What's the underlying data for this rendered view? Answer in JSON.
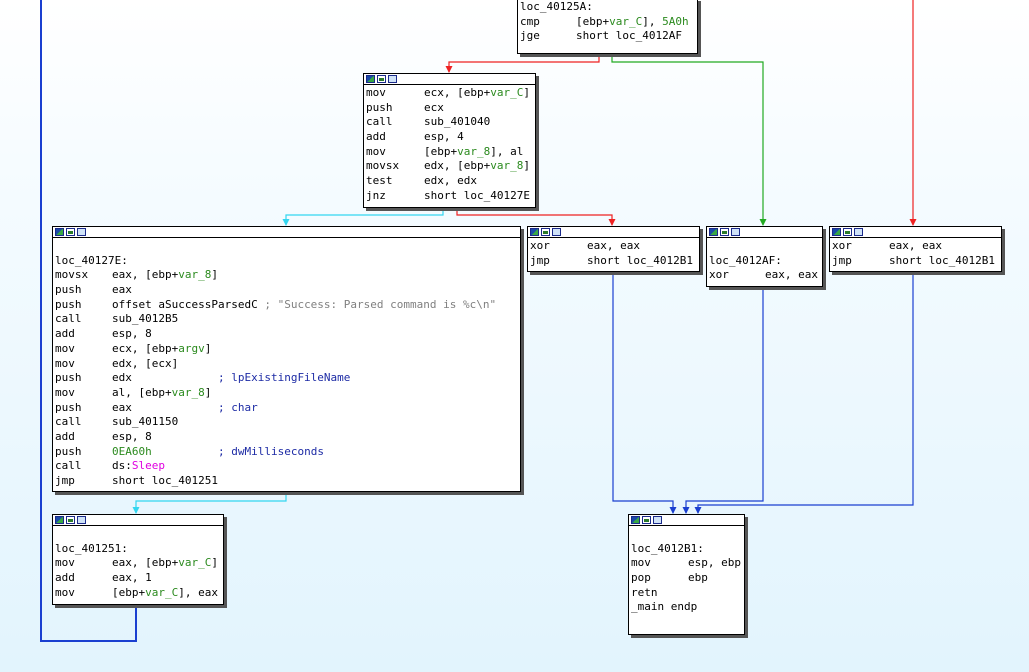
{
  "title": "",
  "nodes": [
    {
      "id": "loc_40125A",
      "show_header": false,
      "lines": [
        {
          "mn": "loc_40125A:",
          "ops": [],
          "comment": ""
        },
        {
          "mn": "cmp",
          "ops": [
            {
              "t": "[ebp+"
            },
            {
              "t": "var_C",
              "c": "v"
            },
            {
              "t": "], "
            },
            {
              "t": "5A0h",
              "c": "num"
            }
          ],
          "comment": ""
        },
        {
          "mn": "jge",
          "ops": [
            {
              "t": "short loc_4012AF"
            }
          ],
          "comment": ""
        }
      ]
    },
    {
      "id": "block_mov_ecx",
      "show_header": true,
      "lines": [
        {
          "mn": "mov",
          "ops": [
            {
              "t": "ecx, [ebp+"
            },
            {
              "t": "var_C",
              "c": "v"
            },
            {
              "t": "]"
            }
          ],
          "comment": ""
        },
        {
          "mn": "push",
          "ops": [
            {
              "t": "ecx"
            }
          ],
          "comment": ""
        },
        {
          "mn": "call",
          "ops": [
            {
              "t": "sub_401040"
            }
          ],
          "comment": ""
        },
        {
          "mn": "add",
          "ops": [
            {
              "t": "esp, 4"
            }
          ],
          "comment": ""
        },
        {
          "mn": "mov",
          "ops": [
            {
              "t": "[ebp+"
            },
            {
              "t": "var_8",
              "c": "v"
            },
            {
              "t": "], al"
            }
          ],
          "comment": ""
        },
        {
          "mn": "movsx",
          "ops": [
            {
              "t": "edx, [ebp+"
            },
            {
              "t": "var_8",
              "c": "v"
            },
            {
              "t": "]"
            }
          ],
          "comment": ""
        },
        {
          "mn": "test",
          "ops": [
            {
              "t": "edx, edx"
            }
          ],
          "comment": ""
        },
        {
          "mn": "jnz",
          "ops": [
            {
              "t": "short loc_40127E"
            }
          ],
          "comment": ""
        }
      ]
    },
    {
      "id": "loc_40127E",
      "show_header": true,
      "lines": [
        {
          "mn": "",
          "ops": [],
          "comment": ""
        },
        {
          "mn": "loc_40127E:",
          "ops": [],
          "comment": ""
        },
        {
          "mn": "movsx",
          "ops": [
            {
              "t": "eax, [ebp+"
            },
            {
              "t": "var_8",
              "c": "v"
            },
            {
              "t": "]"
            }
          ],
          "comment": ""
        },
        {
          "mn": "push",
          "ops": [
            {
              "t": "eax"
            }
          ],
          "comment": ""
        },
        {
          "mn": "push",
          "ops": [
            {
              "t": "offset aSuccessParsedC "
            }
          ],
          "comment": "; \"Success: Parsed command is %c\\n\"",
          "comment_class": "str"
        },
        {
          "mn": "call",
          "ops": [
            {
              "t": "sub_4012B5"
            }
          ],
          "comment": ""
        },
        {
          "mn": "add",
          "ops": [
            {
              "t": "esp, 8"
            }
          ],
          "comment": ""
        },
        {
          "mn": "mov",
          "ops": [
            {
              "t": "ecx, [ebp+"
            },
            {
              "t": "argv",
              "c": "v"
            },
            {
              "t": "]"
            }
          ],
          "comment": ""
        },
        {
          "mn": "mov",
          "ops": [
            {
              "t": "edx, [ecx]"
            }
          ],
          "comment": ""
        },
        {
          "mn": "push",
          "ops": [
            {
              "t": "edx             "
            }
          ],
          "comment": "; lpExistingFileName"
        },
        {
          "mn": "mov",
          "ops": [
            {
              "t": "al, [ebp+"
            },
            {
              "t": "var_8",
              "c": "v"
            },
            {
              "t": "]"
            }
          ],
          "comment": ""
        },
        {
          "mn": "push",
          "ops": [
            {
              "t": "eax             "
            }
          ],
          "comment": "; char"
        },
        {
          "mn": "call",
          "ops": [
            {
              "t": "sub_401150"
            }
          ],
          "comment": ""
        },
        {
          "mn": "add",
          "ops": [
            {
              "t": "esp, 8"
            }
          ],
          "comment": ""
        },
        {
          "mn": "push",
          "ops": [
            {
              "t": "0EA60h",
              "c": "num"
            },
            {
              "t": "          "
            }
          ],
          "comment": "; dwMilliseconds"
        },
        {
          "mn": "call",
          "ops": [
            {
              "t": "ds:"
            },
            {
              "t": "Sleep",
              "c": "imp"
            }
          ],
          "comment": ""
        },
        {
          "mn": "jmp",
          "ops": [
            {
              "t": "short loc_401251"
            }
          ],
          "comment": ""
        }
      ]
    },
    {
      "id": "block_xor_1",
      "show_header": true,
      "lines": [
        {
          "mn": "xor",
          "ops": [
            {
              "t": "eax, eax"
            }
          ],
          "comment": ""
        },
        {
          "mn": "jmp",
          "ops": [
            {
              "t": "short loc_4012B1"
            }
          ],
          "comment": ""
        }
      ]
    },
    {
      "id": "loc_4012AF",
      "show_header": true,
      "lines": [
        {
          "mn": "",
          "ops": [],
          "comment": ""
        },
        {
          "mn": "loc_4012AF:",
          "ops": [],
          "comment": ""
        },
        {
          "mn": "xor",
          "ops": [
            {
              "t": "eax, eax"
            }
          ],
          "comment": ""
        }
      ]
    },
    {
      "id": "block_xor_2",
      "show_header": true,
      "lines": [
        {
          "mn": "xor",
          "ops": [
            {
              "t": "eax, eax"
            }
          ],
          "comment": ""
        },
        {
          "mn": "jmp",
          "ops": [
            {
              "t": "short loc_4012B1"
            }
          ],
          "comment": ""
        }
      ]
    },
    {
      "id": "loc_401251",
      "show_header": true,
      "lines": [
        {
          "mn": "",
          "ops": [],
          "comment": ""
        },
        {
          "mn": "loc_401251:",
          "ops": [],
          "comment": ""
        },
        {
          "mn": "mov",
          "ops": [
            {
              "t": "eax, [ebp+"
            },
            {
              "t": "var_C",
              "c": "v"
            },
            {
              "t": "]"
            }
          ],
          "comment": ""
        },
        {
          "mn": "add",
          "ops": [
            {
              "t": "eax, 1"
            }
          ],
          "comment": ""
        },
        {
          "mn": "mov",
          "ops": [
            {
              "t": "[ebp+"
            },
            {
              "t": "var_C",
              "c": "v"
            },
            {
              "t": "], eax"
            }
          ],
          "comment": ""
        }
      ]
    },
    {
      "id": "loc_4012B1",
      "show_header": true,
      "lines": [
        {
          "mn": "",
          "ops": [],
          "comment": ""
        },
        {
          "mn": "loc_4012B1:",
          "ops": [],
          "comment": ""
        },
        {
          "mn": "mov",
          "ops": [
            {
              "t": "esp, ebp"
            }
          ],
          "comment": ""
        },
        {
          "mn": "pop",
          "ops": [
            {
              "t": "ebp"
            }
          ],
          "comment": ""
        },
        {
          "mn": "retn",
          "ops": [],
          "comment": ""
        },
        {
          "mn": "_main endp",
          "ops": [],
          "comment": ""
        }
      ]
    }
  ],
  "edge_colors": {
    "branch_taken": "#22aa22",
    "branch_not_taken": "#ee2222",
    "unconditional": "#1a3fd0",
    "fallthrough": "#33d6f0"
  }
}
